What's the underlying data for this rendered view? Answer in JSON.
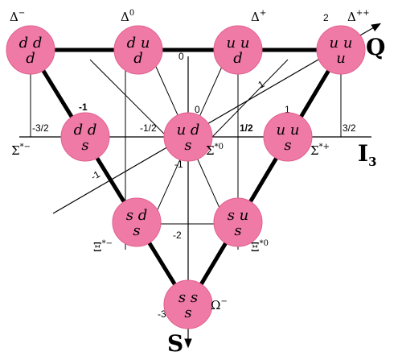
{
  "axes": {
    "q_label": "Q",
    "s_label": "S",
    "i3_label": "I",
    "i3_subscript": "3"
  },
  "tick_labels": {
    "i3_neg_3_2": "-3/2",
    "i3_neg_1_2": "-1/2",
    "i3_pos_1_2": "1/2",
    "i3_pos_3_2": "3/2",
    "s_zero_top": "0",
    "s_zero_mid": "0",
    "s_neg1_center": "-1",
    "s_neg2": "-2",
    "s_neg3": "-3",
    "q_neg1_left": "-1",
    "q_neg1_axis": "-1",
    "q_pos1": "1",
    "q_pos1_upper": "1",
    "q_pos2": "2"
  },
  "particles": [
    {
      "id": "delta-minus",
      "q1": "d",
      "q2": "d",
      "q3": "d",
      "name": "Δ",
      "sup": "−"
    },
    {
      "id": "delta-zero",
      "q1": "d",
      "q2": "u",
      "q3": "d",
      "name": "Δ",
      "sup": "0"
    },
    {
      "id": "delta-plus",
      "q1": "u",
      "q2": "u",
      "q3": "d",
      "name": "Δ",
      "sup": "+"
    },
    {
      "id": "delta-plusplus",
      "q1": "u",
      "q2": "u",
      "q3": "u",
      "name": "Δ",
      "sup": "++"
    },
    {
      "id": "sigma-minus",
      "q1": "d",
      "q2": "d",
      "q3": "s",
      "name": "Σ",
      "sup": "*−"
    },
    {
      "id": "sigma-zero",
      "q1": "u",
      "q2": "d",
      "q3": "s",
      "name": "Σ",
      "sup": "*0"
    },
    {
      "id": "sigma-plus",
      "q1": "u",
      "q2": "u",
      "q3": "s",
      "name": "Σ",
      "sup": "*+"
    },
    {
      "id": "xi-minus",
      "q1": "s",
      "q2": "d",
      "q3": "s",
      "name": "Ξ",
      "sup": "*−"
    },
    {
      "id": "xi-zero",
      "q1": "s",
      "q2": "u",
      "q3": "s",
      "name": "Ξ",
      "sup": "*0"
    },
    {
      "id": "omega-minus",
      "q1": "s",
      "q2": "s",
      "q3": "s",
      "name": "Ω",
      "sup": "−"
    }
  ],
  "colors": {
    "node_fill": "#f07aa6",
    "line": "#000000"
  }
}
